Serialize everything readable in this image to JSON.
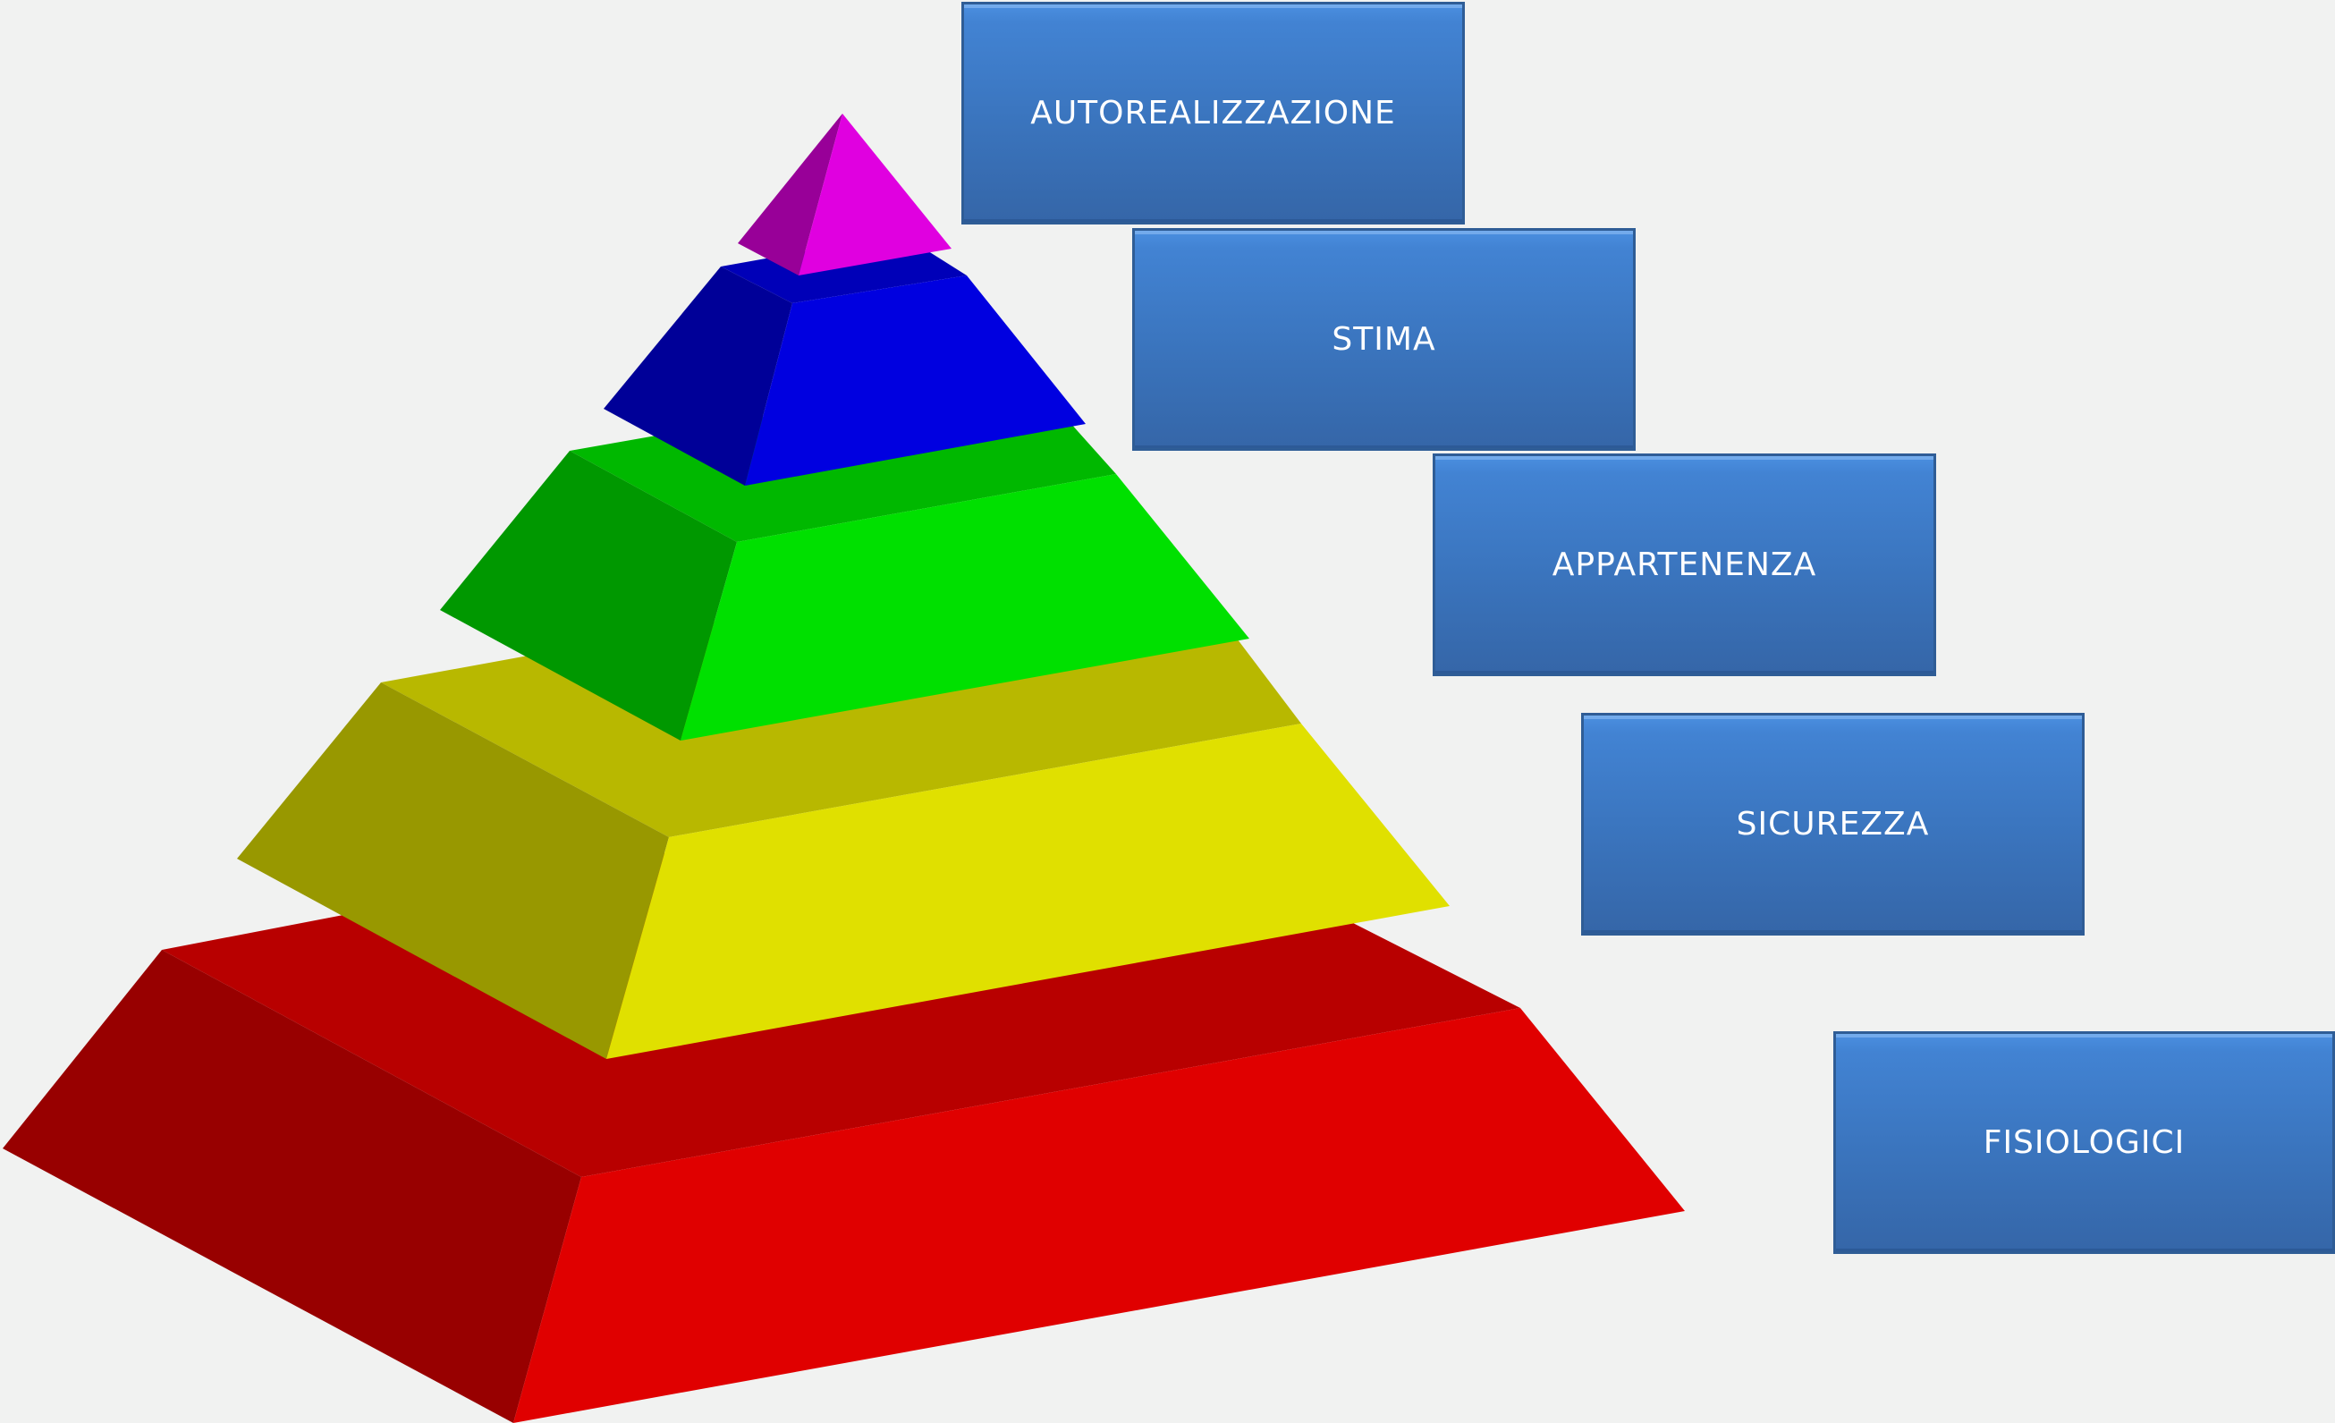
{
  "levels": [
    {
      "id": "autorealizzazione",
      "label": "AUTOREALIZZAZIONE",
      "colors": {
        "front": "#e000e0",
        "left": "#980098",
        "top": "#b800b8"
      }
    },
    {
      "id": "stima",
      "label": "STIMA",
      "colors": {
        "front": "#0000e0",
        "left": "#000098",
        "top": "#0000b8"
      }
    },
    {
      "id": "appartenenza",
      "label": "APPARTENENZA",
      "colors": {
        "front": "#00e000",
        "left": "#009800",
        "top": "#00b800"
      }
    },
    {
      "id": "sicurezza",
      "label": "SICUREZZA",
      "colors": {
        "front": "#e0e000",
        "left": "#989800",
        "top": "#b8b800"
      }
    },
    {
      "id": "fisiologici",
      "label": "FISIOLOGICI",
      "colors": {
        "front": "#e00000",
        "left": "#980000",
        "top": "#b80000"
      }
    }
  ],
  "box_color": "#3a76c4",
  "background": "#f1f2f1"
}
